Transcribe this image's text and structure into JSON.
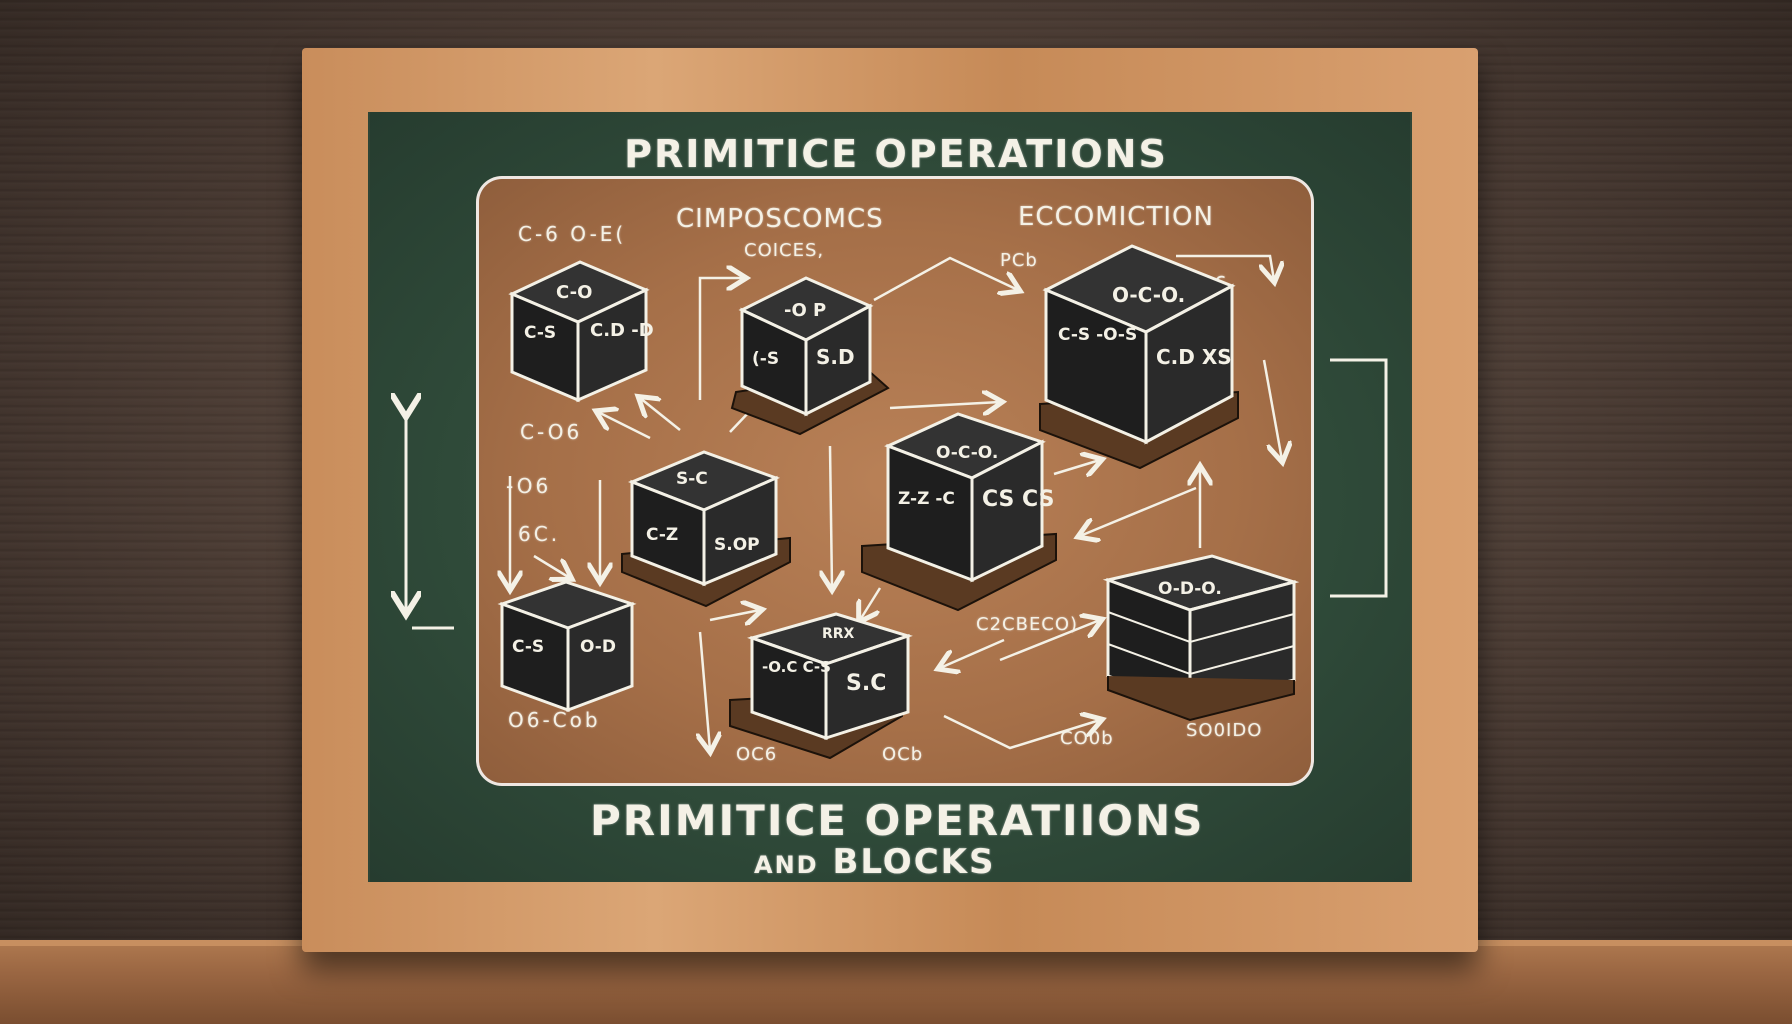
{
  "title_top": "PRIMITICE OPERATIONS",
  "title_bottom_line1": "PRIMITICE OPERATIIONS",
  "title_bottom_and": "AND",
  "title_bottom_blocks": "BLOCKS",
  "labels": {
    "composcomcs": "CIMPOSCOMCS",
    "coices": "COICES,",
    "ecocmiction": "ECCOMICTION",
    "pcb": "PCb",
    "cecbeco": "C2CBECO)",
    "occ": "OC6",
    "ocb": "OCb",
    "coob": "CO0b",
    "soc": "SO0IDO"
  },
  "scribbles": {
    "s1": "C-6 O-E(",
    "s2": "C-O6",
    "s3": "-O6",
    "s4": "6C.",
    "s5": "O6-Cob",
    "s6": "6"
  },
  "cubes": [
    {
      "id": "cube-1",
      "top": "C-O",
      "left": "C-S",
      "right": "C.D -D"
    },
    {
      "id": "cube-2",
      "top": "-O P",
      "left": "(-S",
      "right": "S.D"
    },
    {
      "id": "cube-3",
      "top": "O-C-O.",
      "left": "C-S -O-S",
      "right": "C.D XS"
    },
    {
      "id": "cube-4",
      "top": "S-C",
      "left": "C-Z",
      "right": "S.OP"
    },
    {
      "id": "cube-5",
      "top": "O-C-O.",
      "left": "Z-Z -C",
      "right": "CS CS"
    },
    {
      "id": "cube-6",
      "top": "",
      "left": "C-S",
      "right": "O-D"
    },
    {
      "id": "cube-7",
      "top": "RRX",
      "left": "-O.C C-S",
      "right": "S.C"
    },
    {
      "id": "cube-8",
      "top": "O-D-O.",
      "left": "",
      "right": ""
    }
  ]
}
